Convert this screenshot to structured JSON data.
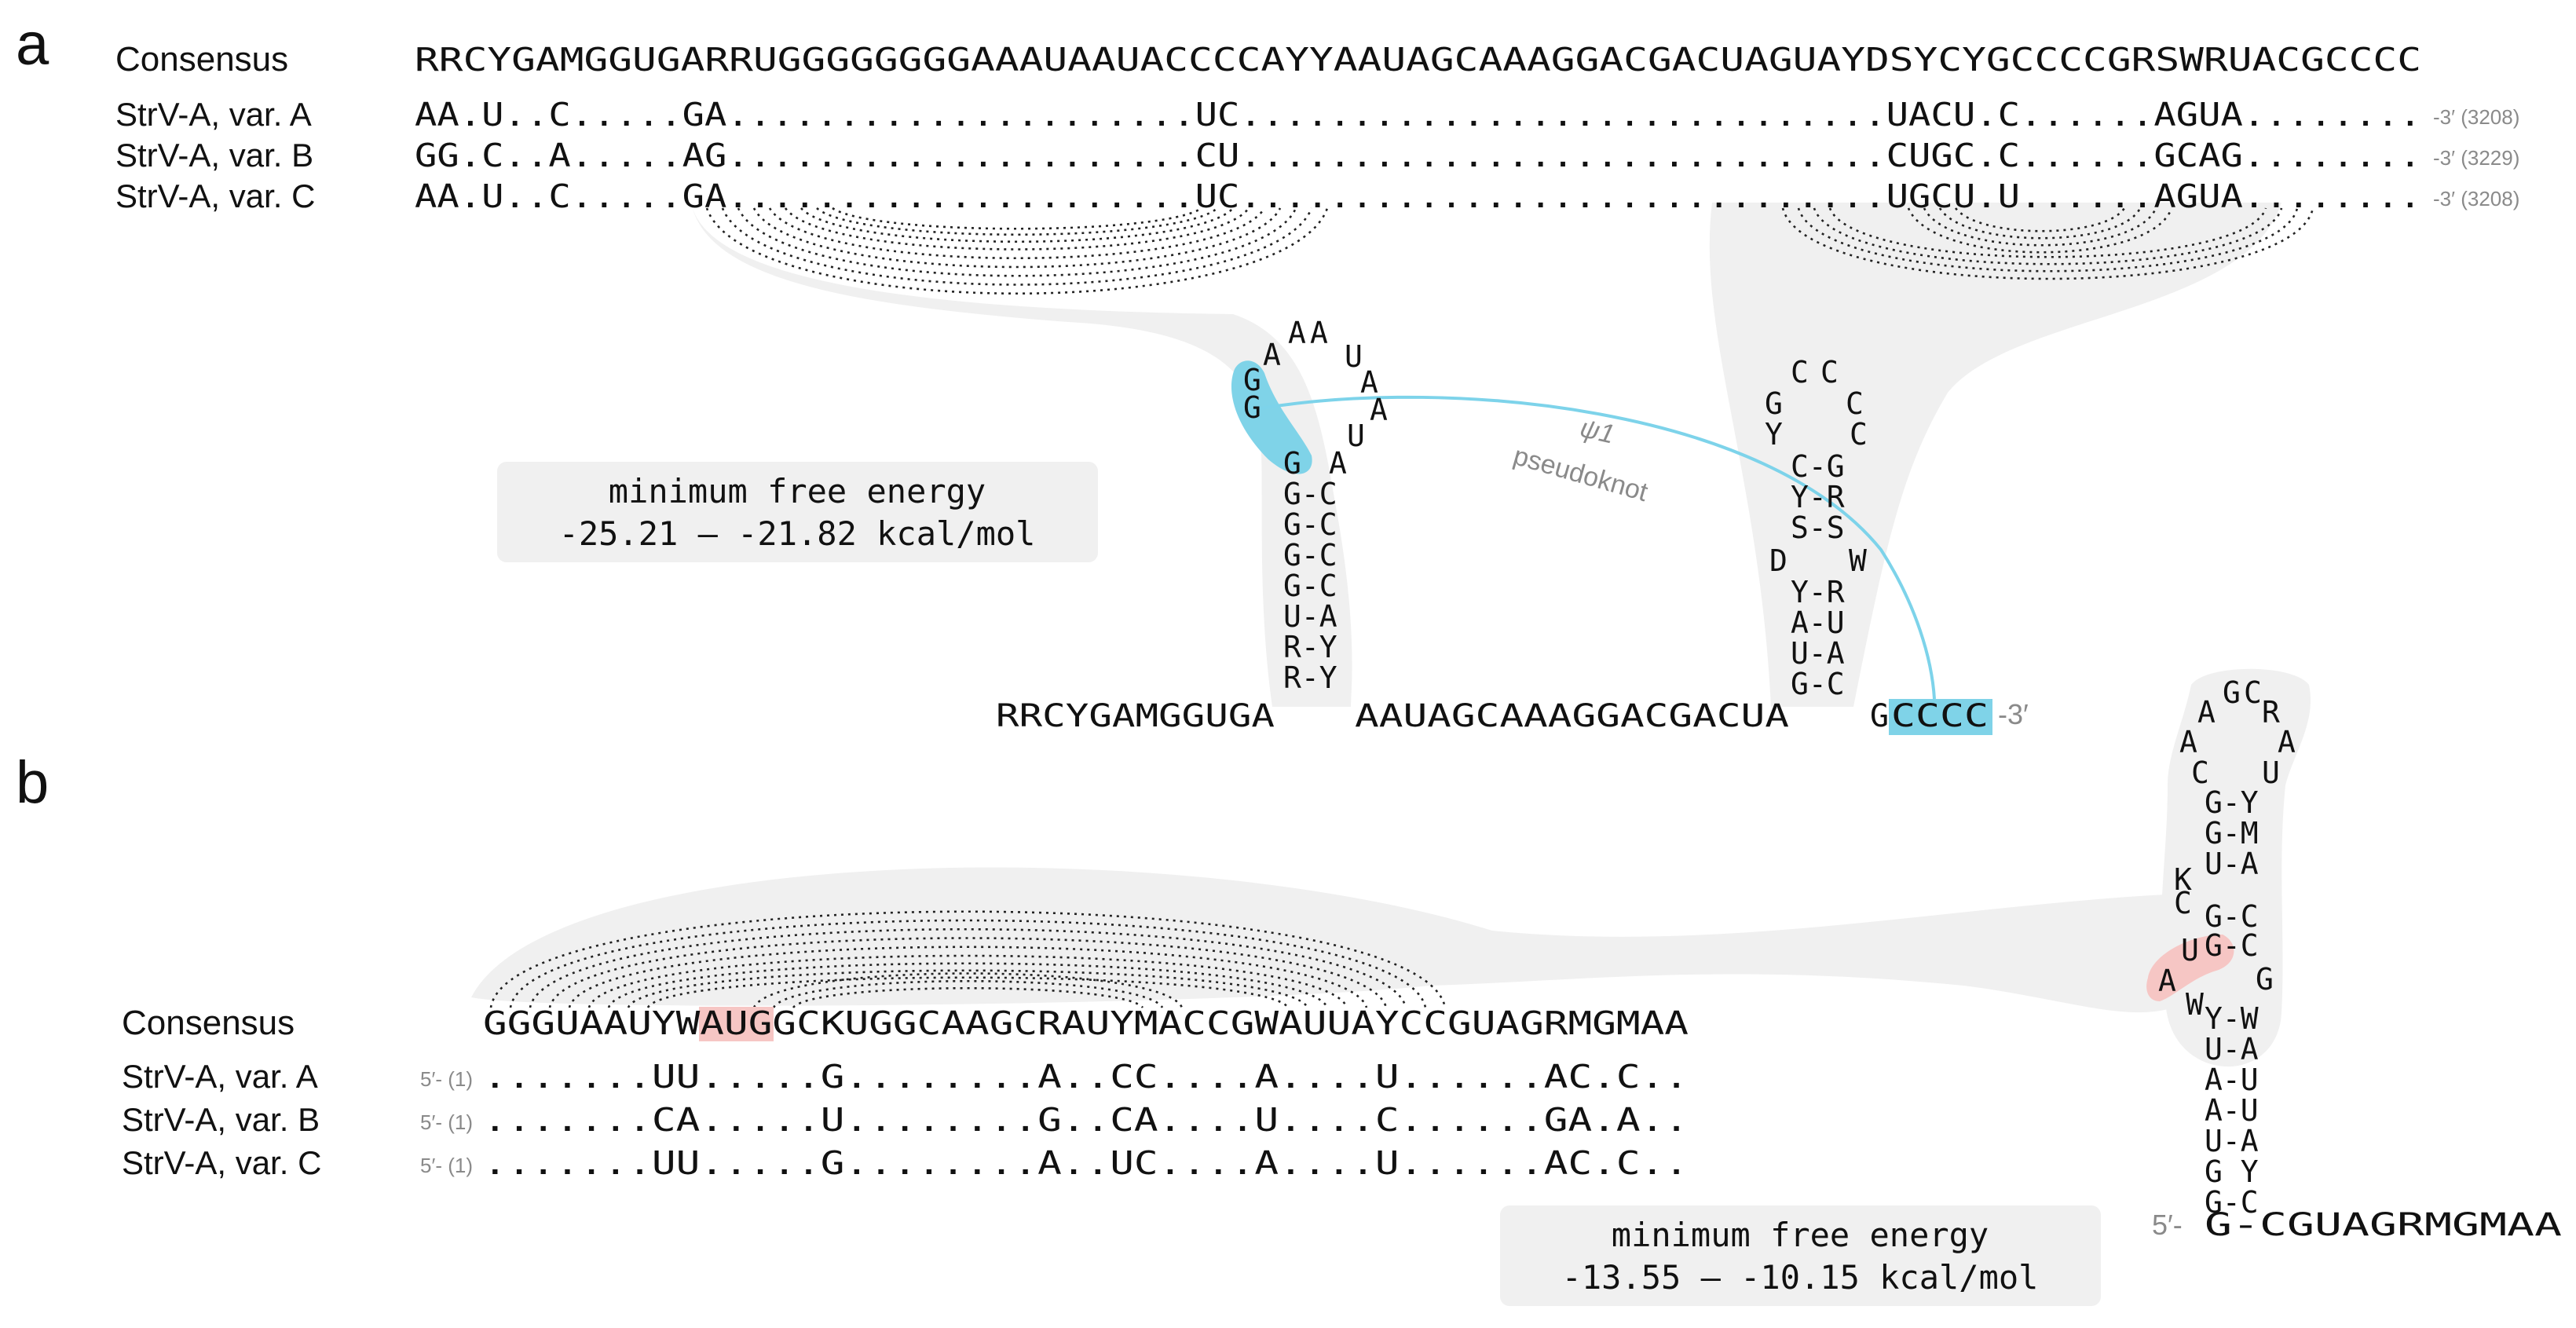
{
  "colors": {
    "shade": "#f0f0f0",
    "pk_line": "#7dd3ea",
    "pk_fill": "#7fd3e8",
    "aug_fill": "#f6c6c4",
    "text": "#111111",
    "muted": "#8a8a8a"
  },
  "panel_a": {
    "letter": "a",
    "consensus_label": "Consensus",
    "consensus_seq": "RRCYGAMGGUGARRUGGGGGGGGAAAUAAUACCCCAYYAAUAGCAAAGGACGACUAGUAYDSYCYGCCCCGRSWRUACGCCCC",
    "variants": [
      {
        "label": "StrV-A, var. A",
        "seq": "AA.U..C.....GA.....................UC.............................UACU.C......AGUA........",
        "suffix": "-3′ (3208)"
      },
      {
        "label": "StrV-A, var. B",
        "seq": "GG.C..A.....AG.....................CU.............................CUGC.C......GCAG........",
        "suffix": "-3′ (3229)"
      },
      {
        "label": "StrV-A, var. C",
        "seq": "AA.U..C.....GA.....................UC.............................UGCU.U......AGUA........",
        "suffix": "-3′ (3208)"
      }
    ],
    "mfe_title": "minimum free energy",
    "mfe_range": "-25.21 — -21.82 kcal/mol",
    "pseudoknot_symbol": "ψ1",
    "pseudoknot_label": "pseudoknot",
    "base_seq_left": "RRCYGAMGGUGA",
    "base_seq_mid": "AAUAGCAAAGGACGACUA",
    "base_seq_g": "G",
    "base_seq_cccc": "CCCC",
    "base_seq_end": "-3′",
    "hairpin1_loop": [
      "A",
      "A",
      "A",
      "U",
      "A",
      "A",
      "U"
    ],
    "hairpin1_gg": [
      "G",
      "G"
    ],
    "hairpin1_g3": "G",
    "hairpin1_a": "A",
    "hairpin1_pairs": [
      "G-C",
      "G-C",
      "G-C",
      "G-C",
      "U-A",
      "R-Y",
      "R-Y"
    ],
    "hairpin2_loop": [
      "C",
      "C",
      "G",
      "C",
      "Y",
      "C"
    ],
    "hairpin2_pairs": [
      "C-G",
      "Y-R",
      "S-S"
    ],
    "hairpin2_bulge": [
      "D",
      "W"
    ],
    "hairpin2_pairs_lower": [
      "Y-R",
      "A-U",
      "U-A",
      "G-C"
    ]
  },
  "panel_b": {
    "letter": "b",
    "consensus_label": "Consensus",
    "consensus_pre": "GGGUAAUYW",
    "consensus_aug": "AUG",
    "consensus_post": "GCKUGGCAAGCRAUYMACCGWAUUAYCCGUAGRMGMAA",
    "prefix": "5′- (1)",
    "variants": [
      {
        "label": "StrV-A, var. A",
        "seq": ".......UU.....G........A..CC....A....U......AC.C.."
      },
      {
        "label": "StrV-A, var. B",
        "seq": ".......CA.....U........G..CA....U....C......GA.A.."
      },
      {
        "label": "StrV-A, var. C",
        "seq": ".......UU.....G........A..UC....A....U......AC.C.."
      }
    ],
    "mfe_title": "minimum free energy",
    "mfe_range": "-13.55 — -10.15 kcal/mol",
    "loop": [
      "A",
      "G",
      "C",
      "R",
      "A",
      "A",
      "C",
      "U"
    ],
    "pairs_top": [
      "G-Y",
      "G-M",
      "U-A"
    ],
    "k": "K",
    "c": "C",
    "pair_gc1": "G-C",
    "u": "U",
    "pair_gc2": "G-C",
    "a": "A",
    "g": "G",
    "w": "W",
    "pairs_bottom": [
      "Y-W",
      "U-A",
      "A-U",
      "A-U",
      "U-A",
      "G Y",
      "G-C"
    ],
    "stem_5prime": "5′-",
    "base_line": "G-CGUAGRMGMAA"
  }
}
